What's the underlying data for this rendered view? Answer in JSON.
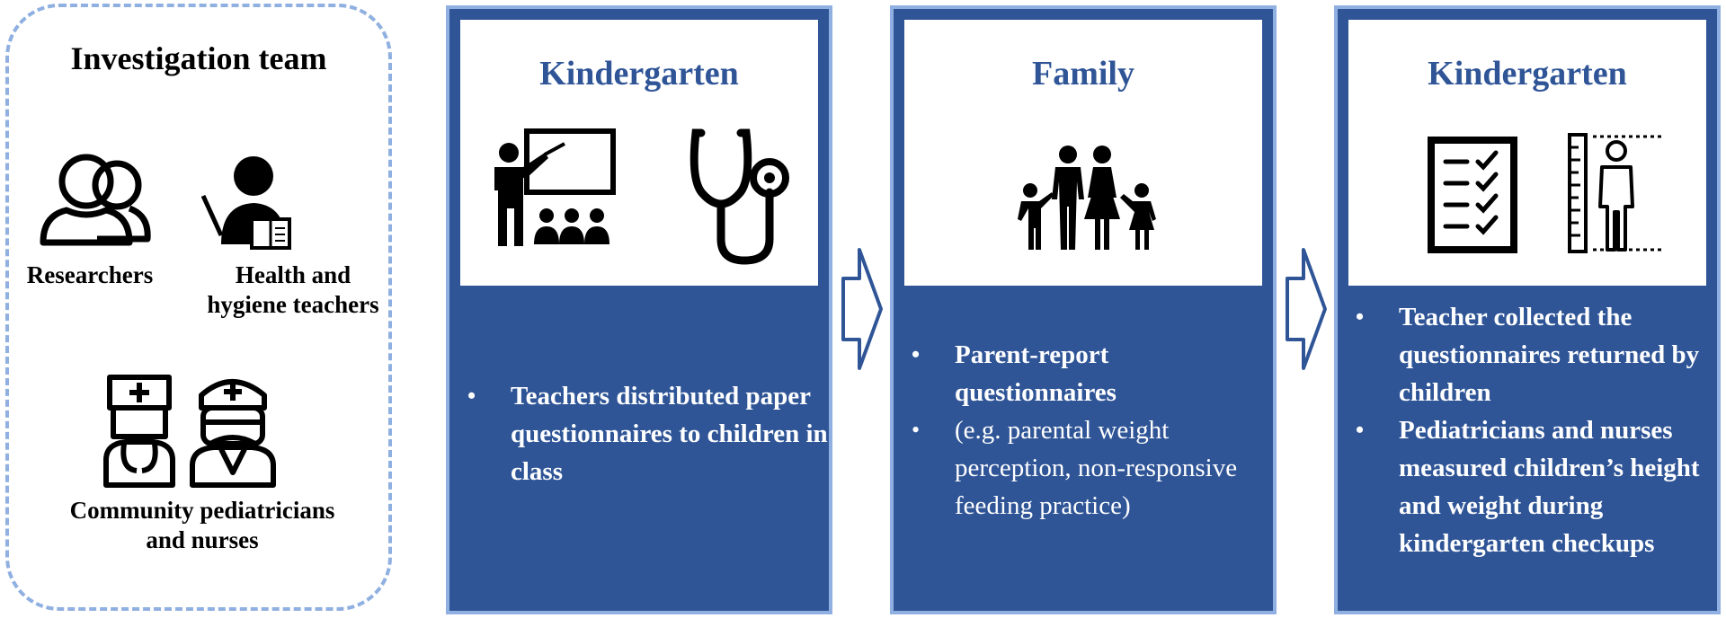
{
  "team": {
    "title": "Investigation team",
    "roles": [
      {
        "label": "Researchers",
        "icon": "people-icon"
      },
      {
        "label": "Health and\nhygiene teachers",
        "icon": "teacher-reading-icon"
      },
      {
        "label": "Community pediatricians\nand nurses",
        "icon": "doctor-nurse-icon"
      }
    ]
  },
  "stages": [
    {
      "title": "Kindergarten",
      "icons": [
        "classroom-teacher-icon",
        "stethoscope-icon"
      ],
      "items": [
        {
          "text": "Teachers distributed paper questionnaires to children in class",
          "bold": true
        }
      ]
    },
    {
      "title": "Family",
      "icons": [
        "family-icon"
      ],
      "items": [
        {
          "text": "Parent-report questionnaires",
          "bold": true
        },
        {
          "text": "(e.g. parental weight perception, non-responsive feeding practice)",
          "bold": false
        }
      ]
    },
    {
      "title": "Kindergarten",
      "icons": [
        "checklist-icon",
        "height-measure-icon"
      ],
      "items": [
        {
          "text": "Teacher collected the questionnaires returned by children",
          "bold": true
        },
        {
          "text": "Pediatricians and nurses measured children’s height and weight during kindergarten checkups",
          "bold": true
        }
      ]
    }
  ],
  "colors": {
    "panel": "#2f5597",
    "border": "#8fb0e0",
    "title": "#2f5597",
    "text": "#ffffff"
  }
}
